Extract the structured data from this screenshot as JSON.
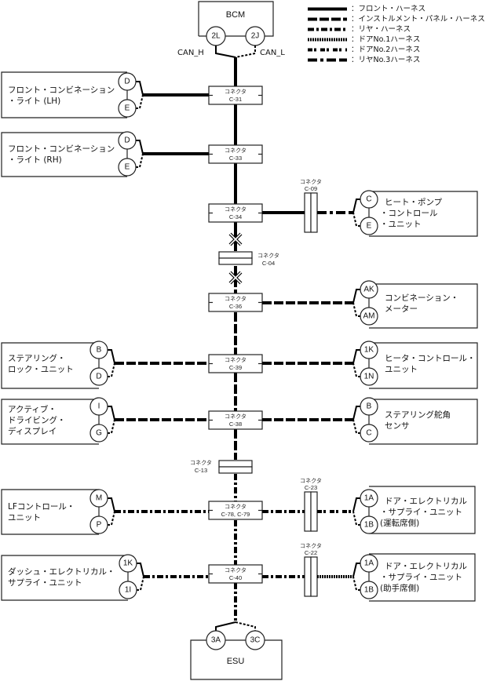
{
  "legend": [
    {
      "key": "front",
      "label": "：フロント・ハーネス"
    },
    {
      "key": "instrument",
      "label": "：インストルメント・パネル・ハーネス"
    },
    {
      "key": "rear",
      "label": "：リヤ・ハーネス"
    },
    {
      "key": "door1",
      "label": "：ドアNo.1ハーネス"
    },
    {
      "key": "door2",
      "label": "：ドアNo.2ハーネス"
    },
    {
      "key": "rear3",
      "label": "：リヤNo.3ハーネス"
    }
  ],
  "top_unit": {
    "name": "BCM",
    "pins": [
      "2L",
      "2J"
    ],
    "signals": [
      "CAN_H",
      "CAN_L"
    ]
  },
  "bottom_unit": {
    "name": "ESU",
    "pins": [
      "3A",
      "3C"
    ]
  },
  "connectors": {
    "c31": {
      "title": "コネクタ",
      "code": "C-31"
    },
    "c33": {
      "title": "コネクタ",
      "code": "C-33"
    },
    "c34": {
      "title": "コネクタ",
      "code": "C-34"
    },
    "c09": {
      "title": "コネクタ",
      "code": "C-09"
    },
    "c04": {
      "title": "コネクタ",
      "code": "C-04"
    },
    "c36": {
      "title": "コネクタ",
      "code": "C-36"
    },
    "c39": {
      "title": "コネクタ",
      "code": "C-39"
    },
    "c38": {
      "title": "コネクタ",
      "code": "C-38"
    },
    "c13": {
      "title": "コネクタ",
      "code": "C-13"
    },
    "c7879": {
      "title": "コネクタ",
      "code": "C-78, C-79"
    },
    "c23": {
      "title": "コネクタ",
      "code": "C-23"
    },
    "c40": {
      "title": "コネクタ",
      "code": "C-40"
    },
    "c22": {
      "title": "コネクタ",
      "code": "C-22"
    }
  },
  "left_units": [
    {
      "lines": [
        "フロント・コンビネーション",
        "・ライト (LH)"
      ],
      "pins": [
        "D",
        "E"
      ]
    },
    {
      "lines": [
        "フロント・コンビネーション",
        "・ライト (RH)"
      ],
      "pins": [
        "D",
        "E"
      ]
    },
    {
      "lines": [
        "ステアリング・",
        "ロック・ユニット"
      ],
      "pins": [
        "B",
        "D"
      ]
    },
    {
      "lines": [
        "アクティブ・",
        "ドライビング・",
        "ディスプレイ"
      ],
      "pins": [
        "I",
        "G"
      ]
    },
    {
      "lines": [
        "LFコントロール・",
        "ユニット"
      ],
      "pins": [
        "M",
        "P"
      ]
    },
    {
      "lines": [
        "ダッシュ・エレクトリカル・",
        "サプライ・ユニット"
      ],
      "pins": [
        "1K",
        "1I"
      ]
    }
  ],
  "right_units": [
    {
      "lines": [
        "ヒート・ポンプ",
        "・コントロール",
        "・ユニット"
      ],
      "pins": [
        "C",
        "E"
      ]
    },
    {
      "lines": [
        "コンビネーション・",
        "メーター"
      ],
      "pins": [
        "AK",
        "AM"
      ]
    },
    {
      "lines": [
        "ヒータ・コントロール・",
        "ユニット"
      ],
      "pins": [
        "1K",
        "1N"
      ]
    },
    {
      "lines": [
        "ステアリング舵角",
        "センサ"
      ],
      "pins": [
        "B",
        "C"
      ]
    },
    {
      "lines": [
        "ドア・エレクトリカル",
        "・サプライ・ユニット",
        "(運転席側)"
      ],
      "pins": [
        "1A",
        "1B"
      ]
    },
    {
      "lines": [
        "ドア・エレクトリカル",
        "・サプライ・ユニット",
        "(助手席側)"
      ],
      "pins": [
        "1A",
        "1B"
      ]
    }
  ]
}
